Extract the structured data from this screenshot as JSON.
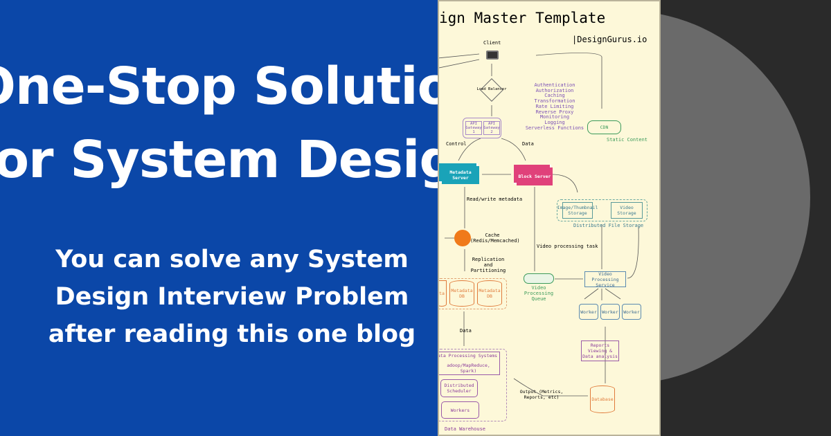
{
  "hero": {
    "title_line1": "One-Stop Solution",
    "title_line2": "for System Design",
    "subtitle": [
      "You can solve any System",
      "Design Interview Problem",
      "after reading this one blog"
    ]
  },
  "colors": {
    "left_bg": "#0b47a8",
    "diagram_bg": "#fdf8d9",
    "right_bg": "#2a2a2a",
    "circle": "#6a6a6a",
    "metadata": "#1aa3b8",
    "block": "#e0417a",
    "cache": "#f07a1a",
    "purple": "#7a4fb5",
    "green": "#3a9a5a"
  },
  "diagram": {
    "title": "ign Master Template",
    "brand": "|DesignGurus.io",
    "client": "Client",
    "load_balancer": "Load Balancer",
    "gateway1": "API Gateway 1",
    "gateway2": "API Gateway 2",
    "gateway_features": [
      "Authentication",
      "Authorization",
      "Caching",
      "Transformation",
      "Rate Limiting",
      "Reverse Proxy",
      "Monitoring",
      "Logging",
      "Serverless Functions"
    ],
    "cdn": "CDN",
    "static_content": "Static Content",
    "control": "Control",
    "data": "Data",
    "metadata_server": "Metadata Server",
    "block_server": "Block Server",
    "read_write": "Read/write metadata",
    "image_storage": "Image/Thumbnail Storage",
    "video_storage": "Video Storage",
    "dfs": "Distributed File Storage",
    "cache": "Cache (Redis/Memcached)",
    "video_task": "Video processing task",
    "replication": "Replication and Partitioning",
    "queue": "Video Processing Queue",
    "vps": "Video Processing Service",
    "db1": "ta",
    "db2": "Metadata DB",
    "db3": "Metadata DB",
    "workers": [
      "Worker",
      "Worker",
      "Worker"
    ],
    "data2": "Data",
    "reports": "Reports Viewing & Data analysis",
    "dps": "ata Processing Systems",
    "dps2": "adoop/MapReduce, Spark)",
    "scheduler": "Distributed Scheduler",
    "dw_workers": "Workers",
    "warehouse": "Data Warehouse",
    "output": "Output (Metrics, Reports, etc)",
    "database": "Database"
  }
}
